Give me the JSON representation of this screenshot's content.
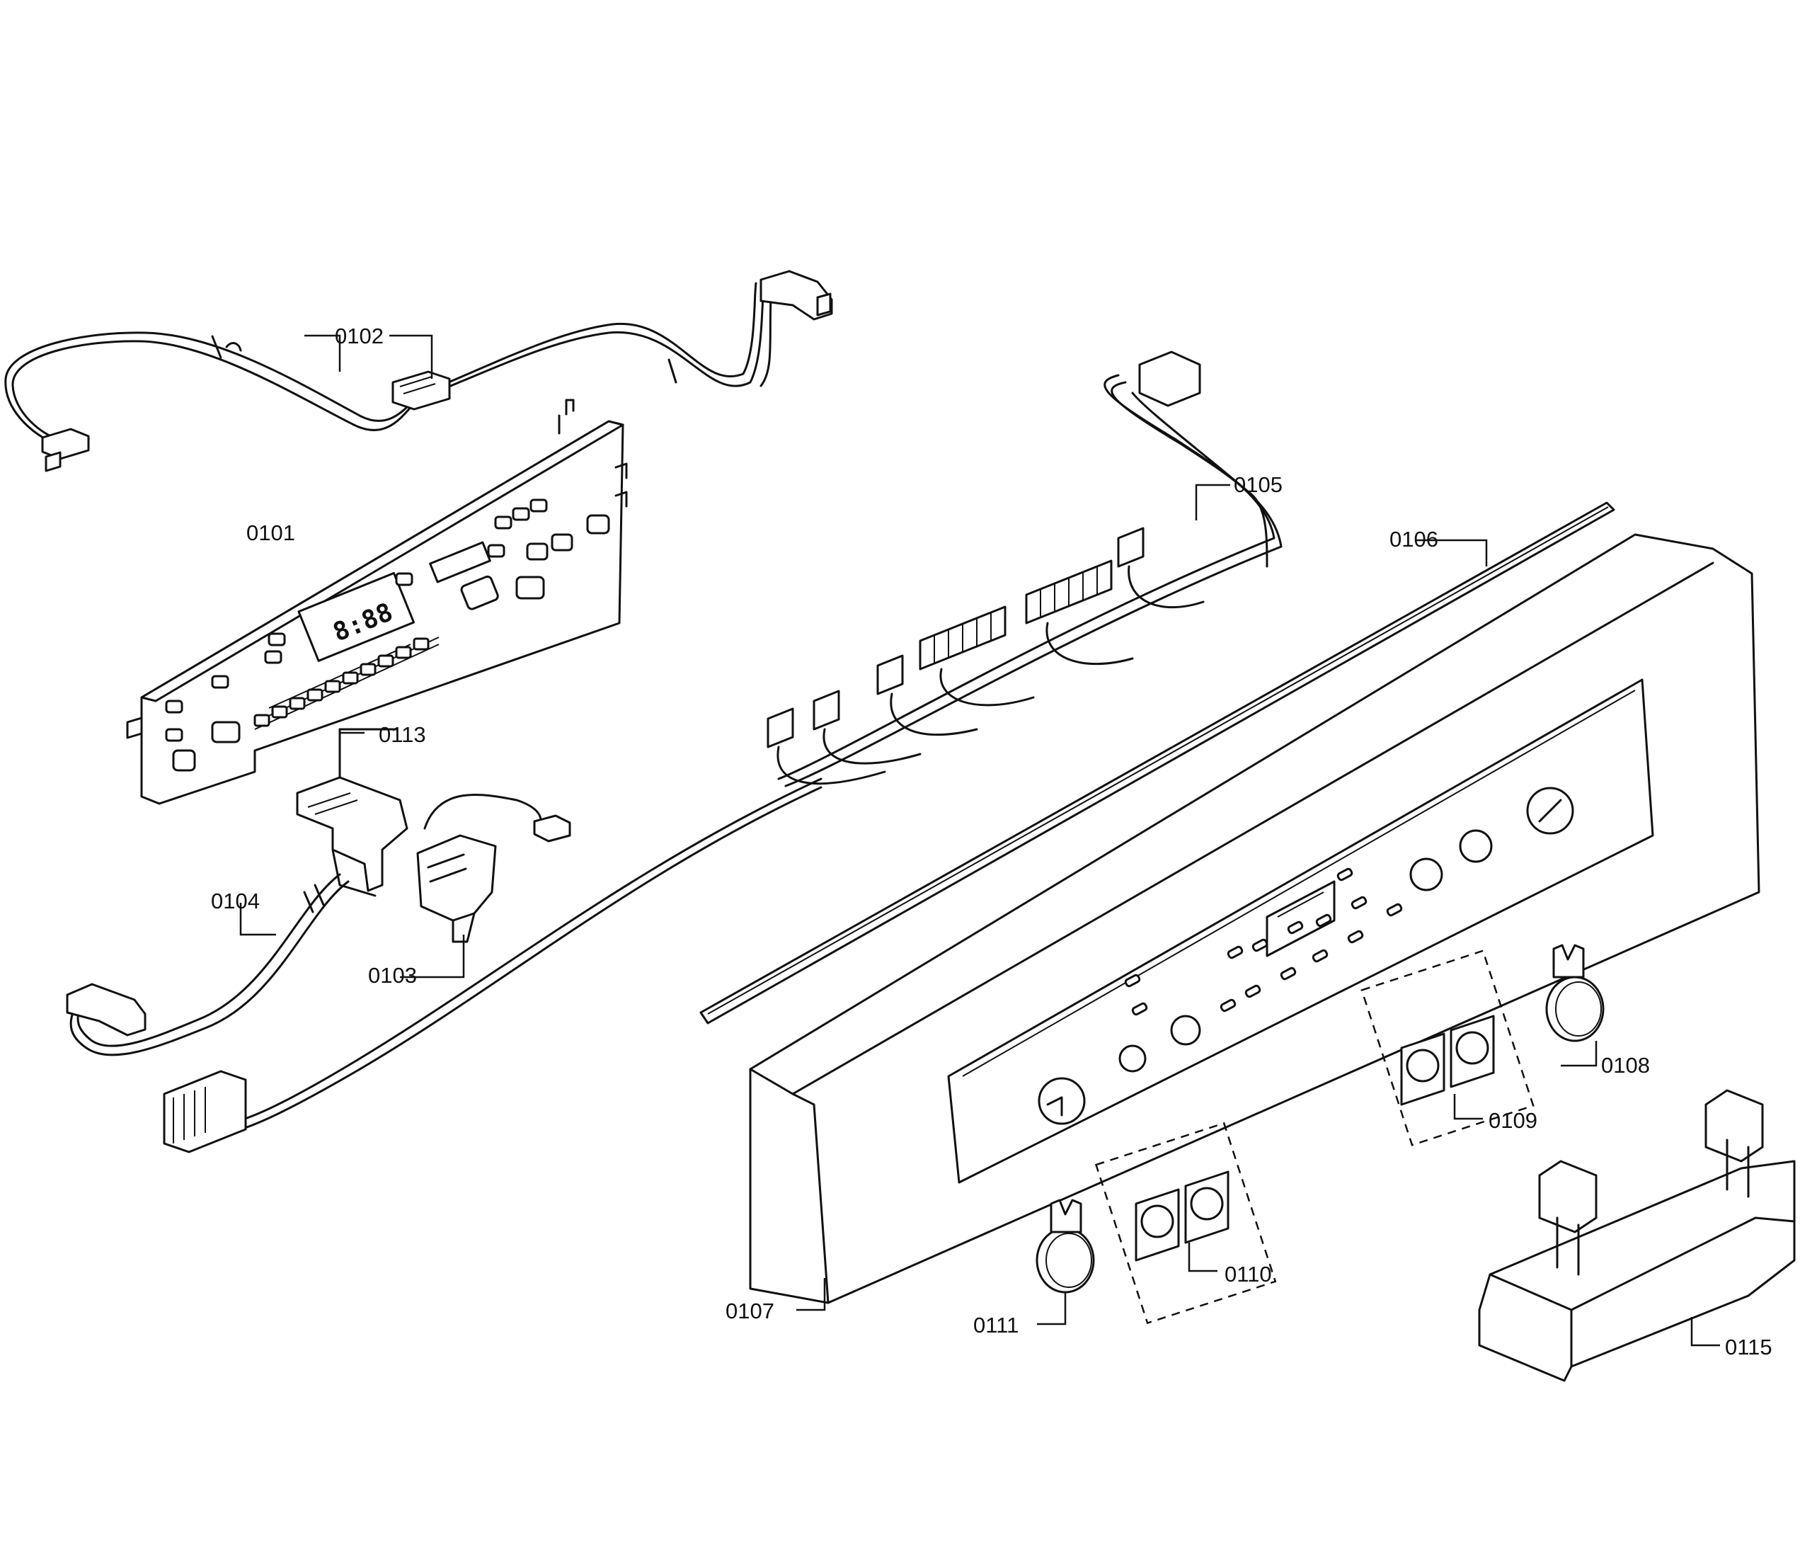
{
  "diagram": {
    "parts": [
      {
        "id": "0101",
        "label": "0101"
      },
      {
        "id": "0102",
        "label": "0102"
      },
      {
        "id": "0103",
        "label": "0103"
      },
      {
        "id": "0104",
        "label": "0104"
      },
      {
        "id": "0105",
        "label": "0105"
      },
      {
        "id": "0106",
        "label": "0106"
      },
      {
        "id": "0107",
        "label": "0107"
      },
      {
        "id": "0108",
        "label": "0108"
      },
      {
        "id": "0109",
        "label": "0109"
      },
      {
        "id": "0110",
        "label": "0110"
      },
      {
        "id": "0111",
        "label": "0111"
      },
      {
        "id": "0113",
        "label": "0113"
      },
      {
        "id": "0115",
        "label": "0115"
      }
    ],
    "display_readout": "8:88"
  }
}
